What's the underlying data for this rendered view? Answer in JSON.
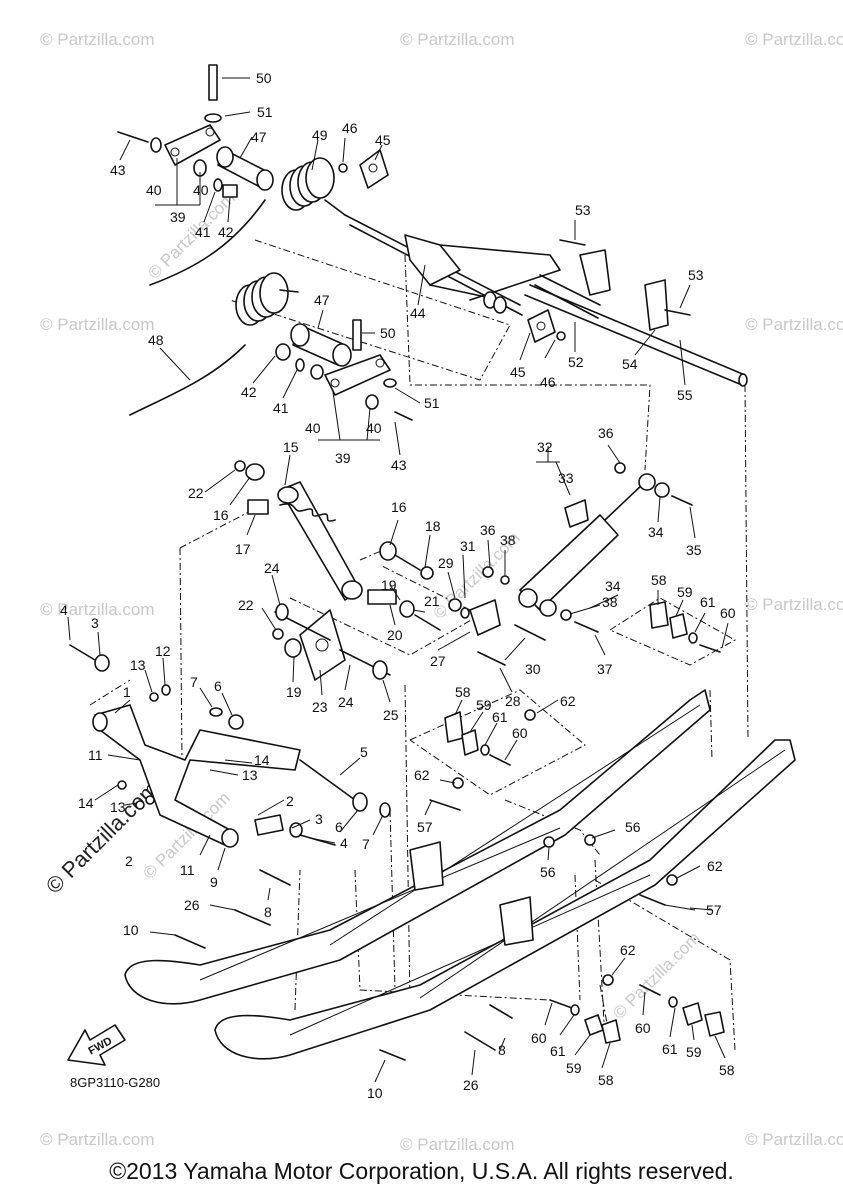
{
  "watermarks": {
    "small": "© Partzilla.com",
    "large": "© Partzilla.com"
  },
  "diagram_code": "8GP3110-G280",
  "fwd_label": "FWD",
  "copyright": "©2013 Yamaha Motor Corporation, U.S.A. All rights reserved.",
  "callouts": {
    "c50a": "50",
    "c51a": "51",
    "c47a": "47",
    "c49": "49",
    "c46a": "46",
    "c45a": "45",
    "c43a": "43",
    "c40a": "40",
    "c40b": "40",
    "c39a": "39",
    "c41a": "41",
    "c42a": "42",
    "c53a": "53",
    "c53b": "53",
    "c44": "44",
    "c45b": "45",
    "c46b": "46",
    "c52": "52",
    "c54": "54",
    "c55": "55",
    "c47b": "47",
    "c50b": "50",
    "c48": "48",
    "c42b": "42",
    "c41b": "41",
    "c51b": "51",
    "c40c": "40",
    "c40d": "40",
    "c39b": "39",
    "c43b": "43",
    "c32": "32",
    "c33": "33",
    "c36a": "36",
    "c34a": "34",
    "c35": "35",
    "c15": "15",
    "c22a": "22",
    "c16a": "16",
    "c17": "17",
    "c16b": "16",
    "c18": "18",
    "c36b": "36",
    "c38a": "38",
    "c31": "31",
    "c29": "29",
    "c34b": "34",
    "c38b": "38",
    "c37": "37",
    "c58a": "58",
    "c59a": "59",
    "c61a": "61",
    "c60a": "60",
    "c24a": "24",
    "c22b": "22",
    "c19a": "19",
    "c21": "21",
    "c20": "20",
    "c4a": "4",
    "c3a": "3",
    "c13a": "13",
    "c12": "12",
    "c7a": "7",
    "c6a": "6",
    "c19b": "19",
    "c23": "23",
    "c24b": "24",
    "c25": "25",
    "c27": "27",
    "c30": "30",
    "c28": "28",
    "c1": "1",
    "c58b": "58",
    "c59b": "59",
    "c62a": "62",
    "c61b": "61",
    "c60b": "60",
    "c11a": "11",
    "c5": "5",
    "c14a": "14",
    "c13b": "13",
    "c14b": "14",
    "c13c": "13",
    "c2a": "2",
    "c2b": "2",
    "c3b": "3",
    "c6b": "6",
    "c4b": "4",
    "c7b": "7",
    "c62b": "62",
    "c57a": "57",
    "c56a": "56",
    "c56b": "56",
    "c11b": "11",
    "c9": "9",
    "c62c": "62",
    "c26a": "26",
    "c8a": "8",
    "c57b": "57",
    "c10a": "10",
    "c62d": "62",
    "c60c": "60",
    "c8b": "8",
    "c60d": "60",
    "c61c": "61",
    "c61d": "61",
    "c59c": "59",
    "c58c": "58",
    "c59d": "59",
    "c58d": "58",
    "c26b": "26",
    "c10b": "10"
  }
}
